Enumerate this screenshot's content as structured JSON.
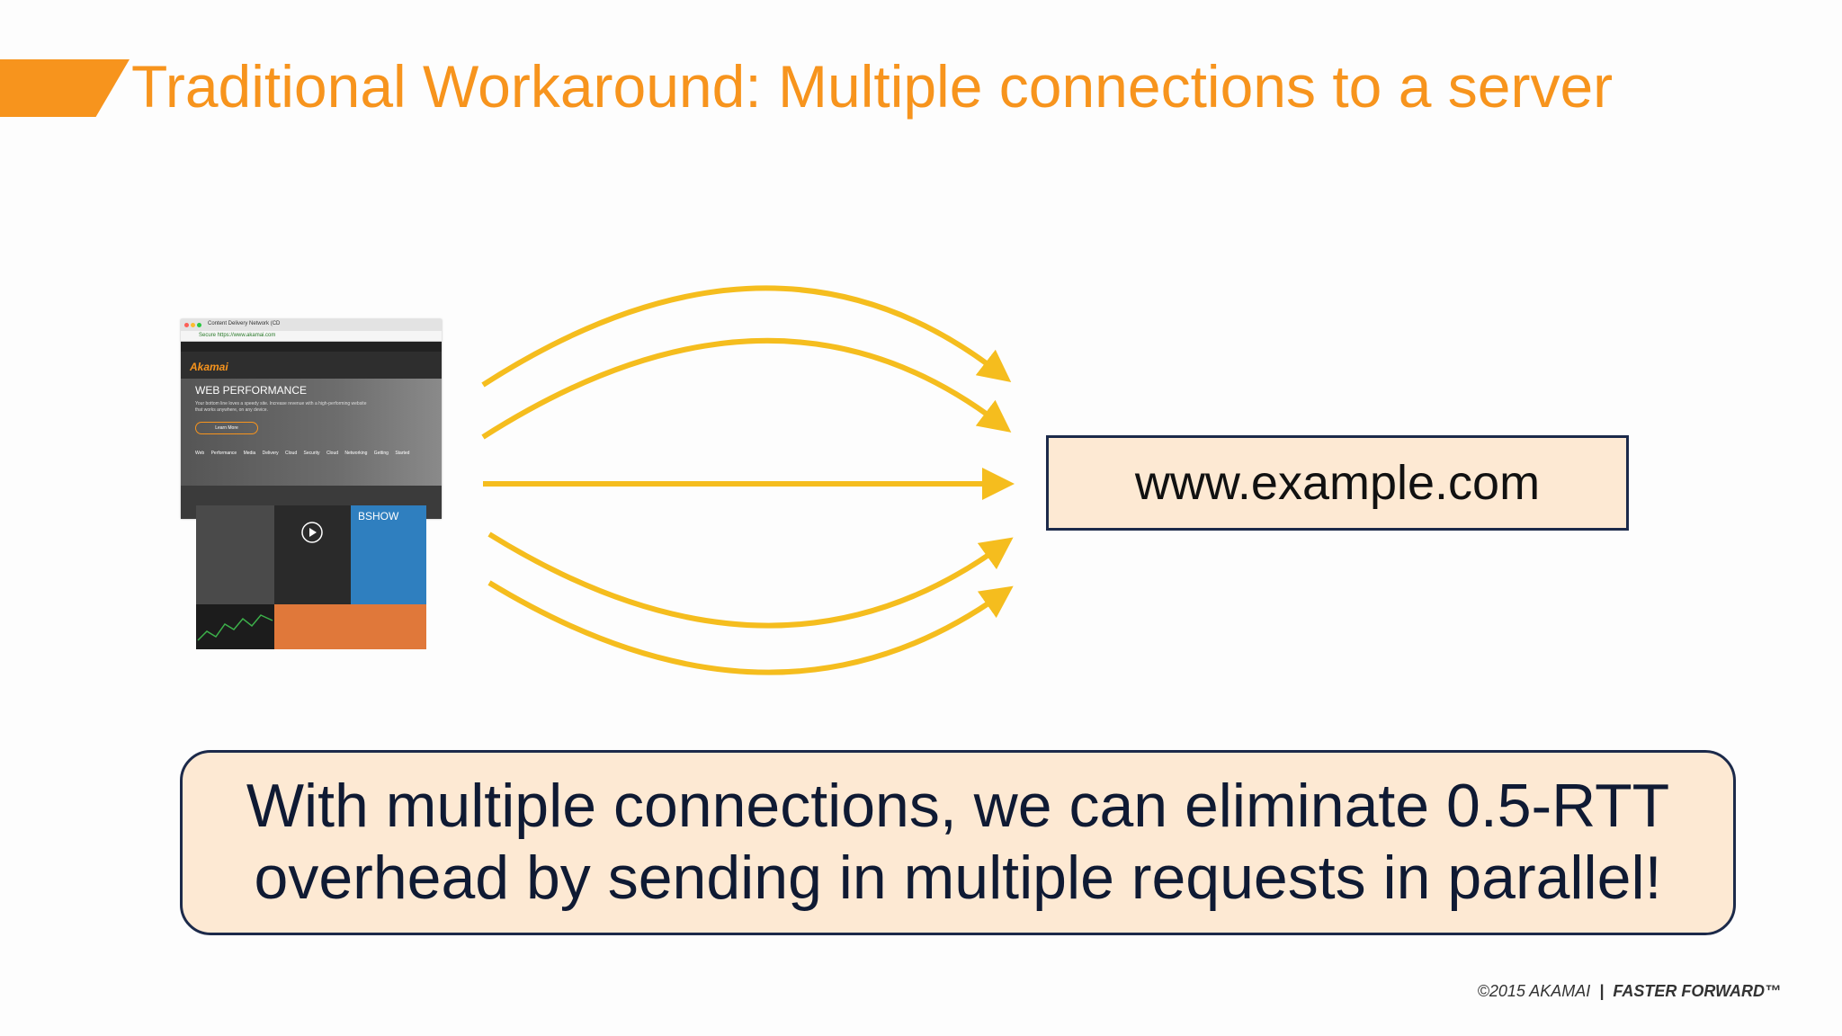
{
  "slide": {
    "title": "Traditional Workaround: Multiple connections to a server",
    "server_label": "www.example.com",
    "callout_line1": "With multiple connections, we can eliminate 0.5-RTT",
    "callout_line2": "overhead by sending in multiple requests in parallel!",
    "footer_copyright": "©2015 AKAMAI",
    "footer_separator": "|",
    "footer_brand": "FASTER FORWARD™"
  },
  "browser_thumbnail": {
    "tab_title": "Content Delivery Network (CD",
    "url": "Secure  https://www.akamai.com",
    "logo": "Akamai",
    "hero_title": "WEB PERFORMANCE",
    "hero_text": "Your bottom line loves a speedy site. Increase revenue with a high-performing website that works anywhere, on any device.",
    "learn_more": "Learn More",
    "hero_tabs": "Web Performance  Media Delivery  Cloud Security  Cloud Networking  Getting Started",
    "tile_show": "BSHOW"
  },
  "colors": {
    "accent": "#f7941d",
    "arrow": "#f5bd1e",
    "box_fill": "#fde9d3",
    "box_border": "#1c2a4a"
  }
}
